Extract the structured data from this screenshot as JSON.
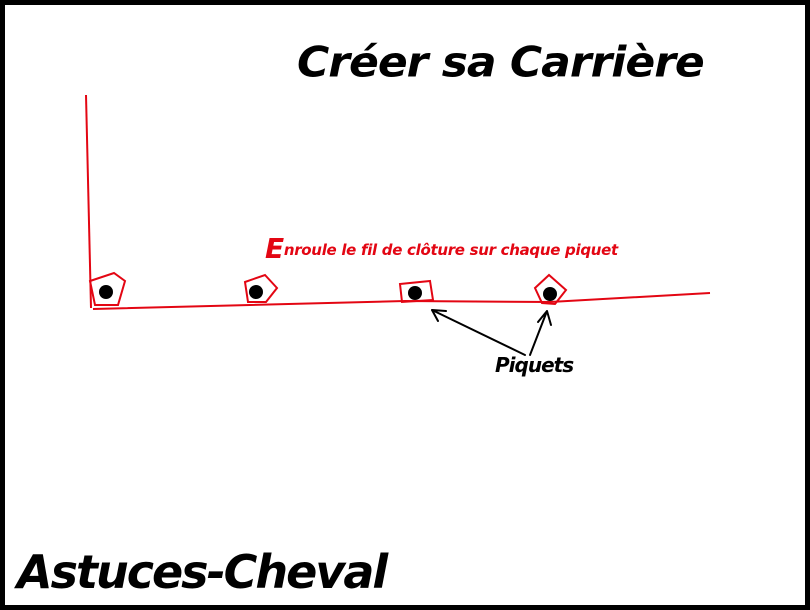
{
  "title": "Créer sa Carrière",
  "caption": {
    "first_letter": "E",
    "rest": "nroule le fil de clôture sur chaque piquet"
  },
  "stakes_label": "Piquets",
  "brand": "Astuces-Cheval",
  "colors": {
    "fence": "#e30613",
    "stake": "#000000",
    "frame": "#000000",
    "background": "#ffffff"
  },
  "stake_count": 4
}
